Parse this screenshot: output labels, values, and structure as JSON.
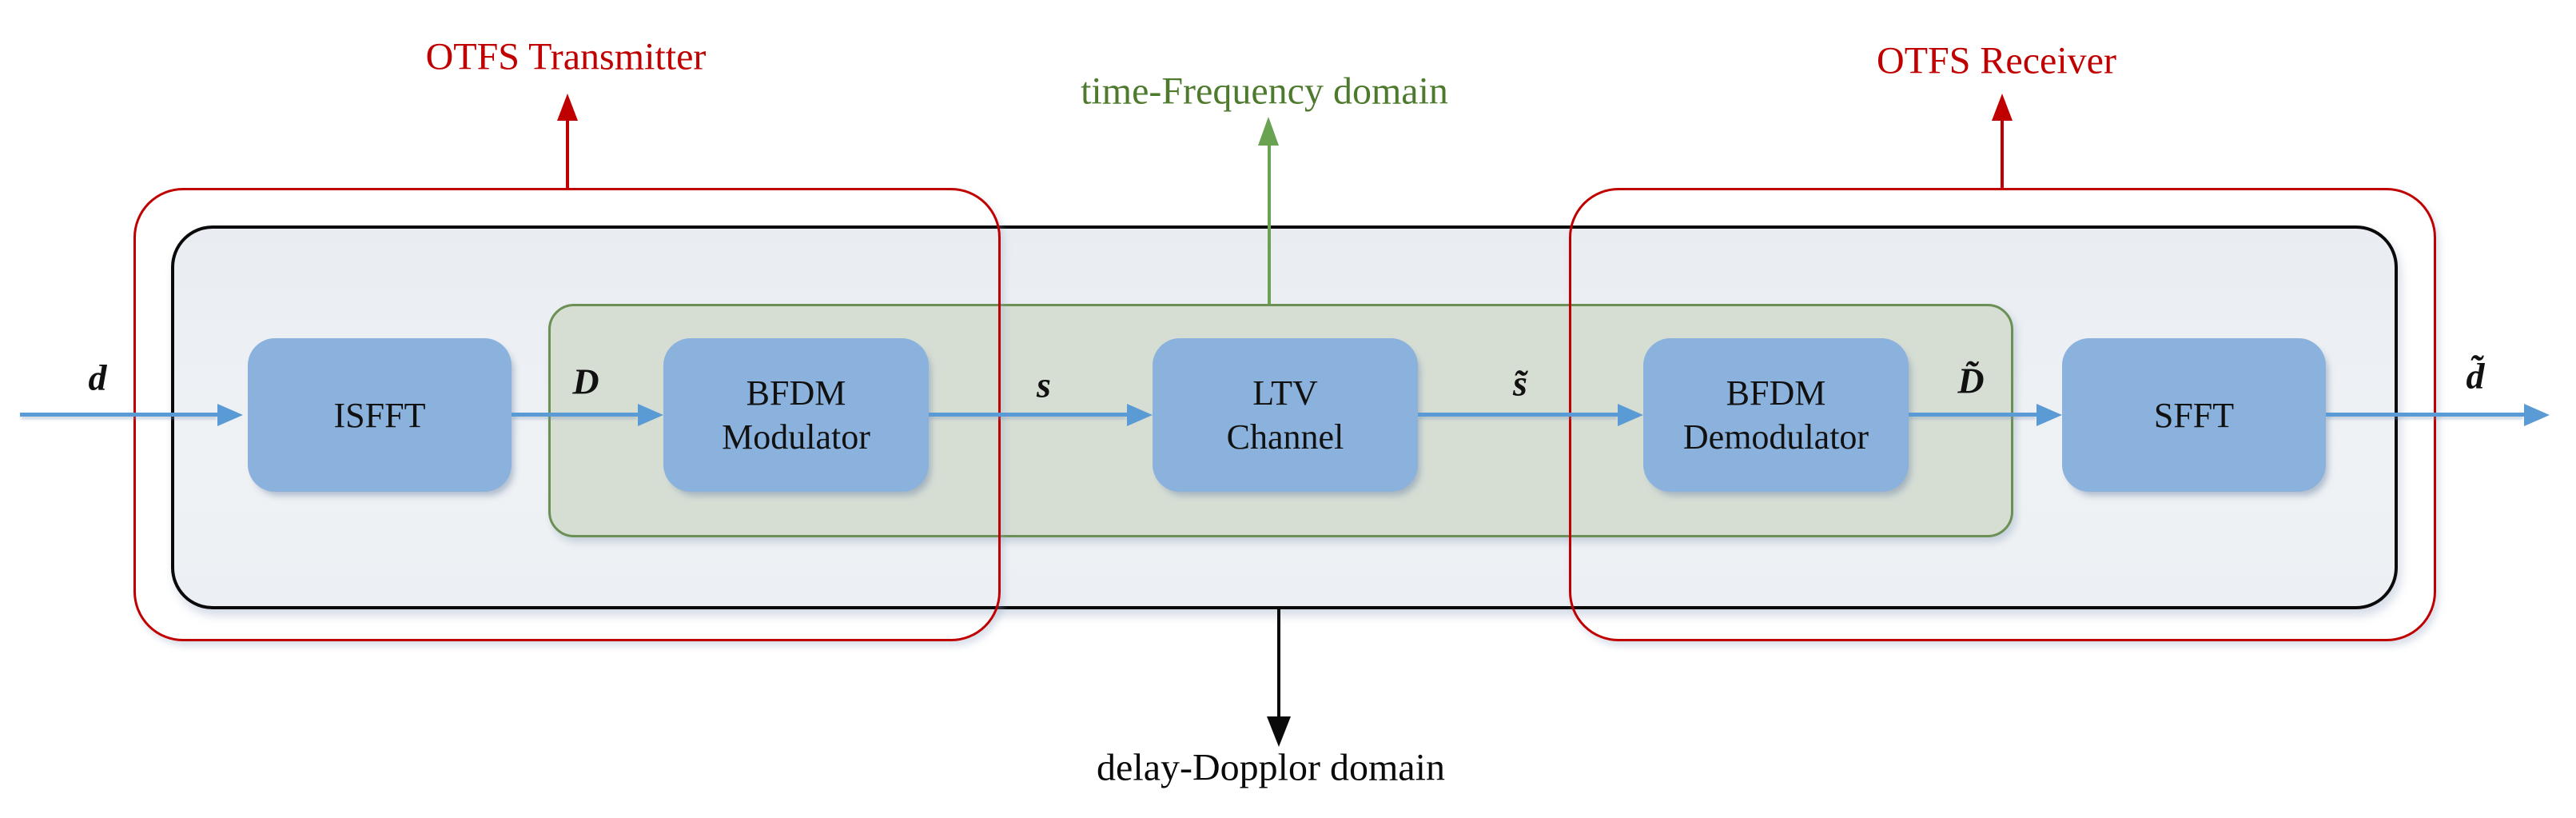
{
  "labels": {
    "transmitter": "OTFS Transmitter",
    "receiver": "OTFS Receiver",
    "tf_domain": "time-Frequency domain",
    "dd_domain": "delay-Dopplor domain"
  },
  "blocks": [
    {
      "name": "isfft",
      "label": "ISFFT"
    },
    {
      "name": "bfdm-modulator",
      "label": "BFDM\nModulator"
    },
    {
      "name": "ltv-channel",
      "label": "LTV\nChannel"
    },
    {
      "name": "bfdm-demodulator",
      "label": "BFDM\nDemodulator"
    },
    {
      "name": "sfft",
      "label": "SFFT"
    }
  ],
  "signals": [
    {
      "label": "d"
    },
    {
      "label": "D"
    },
    {
      "label": "s"
    },
    {
      "label": "s̃"
    },
    {
      "label": "D̃"
    },
    {
      "label": "d̃"
    }
  ],
  "colors": {
    "red": "#C00000",
    "green_text": "#4E7A2E",
    "green_arrow": "#69A351",
    "green_border": "#6B9053",
    "green_fill": "#D6DED4",
    "panel_fill": "#EEF1F4",
    "block_fill": "#8BB2DC",
    "arrow_blue": "#5B9BD5",
    "black": "#000000"
  }
}
